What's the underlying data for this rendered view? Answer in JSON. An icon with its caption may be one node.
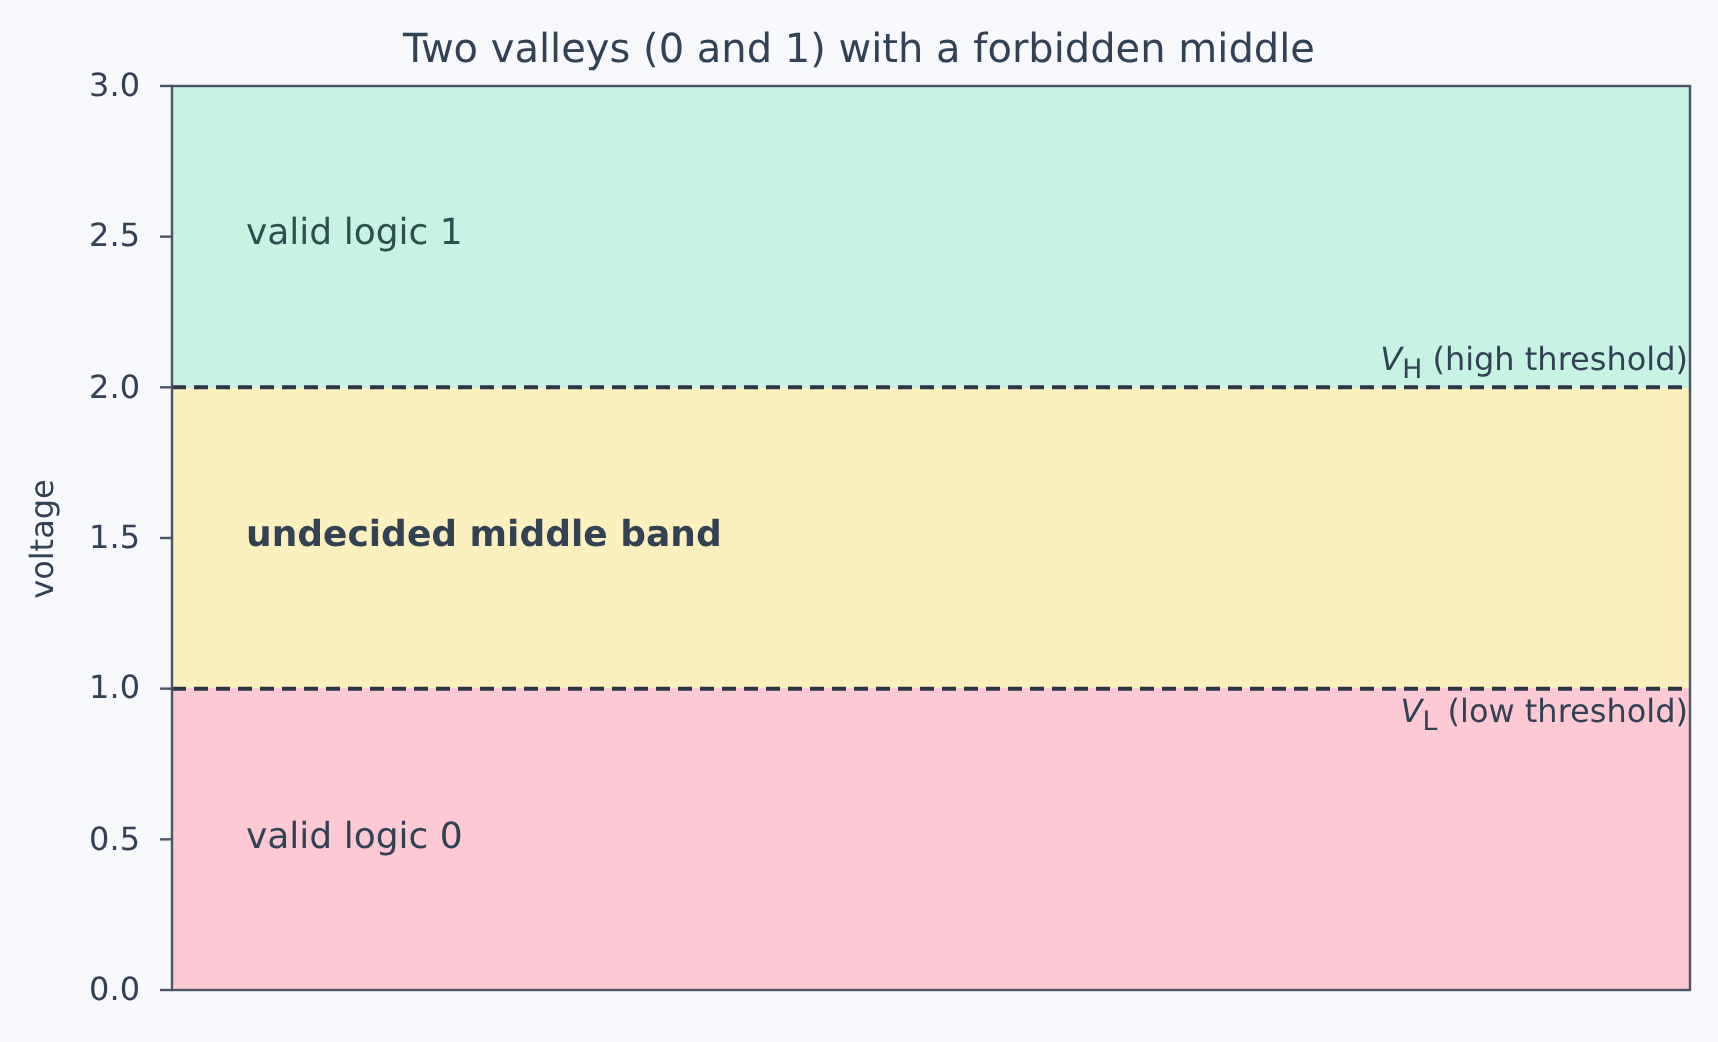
{
  "diagram": {
    "title": "Two valleys (0 and 1) with a forbidden middle",
    "nodes": [
      {
        "text": [
          "valid logic 1"
        ]
      },
      {
        "text": [
          "undecided middle band"
        ]
      },
      {
        "text": [
          "valid logic 0"
        ]
      }
    ],
    "edges": [],
    "labels": [
      "3.0",
      "2.5",
      "2.0",
      "1.5",
      "1.0",
      "0.5",
      "0.0",
      "voltage",
      "*V*$_{H}$ (high threshold)",
      "*V*$_{L}$ (low threshold)"
    ]
  }
}
